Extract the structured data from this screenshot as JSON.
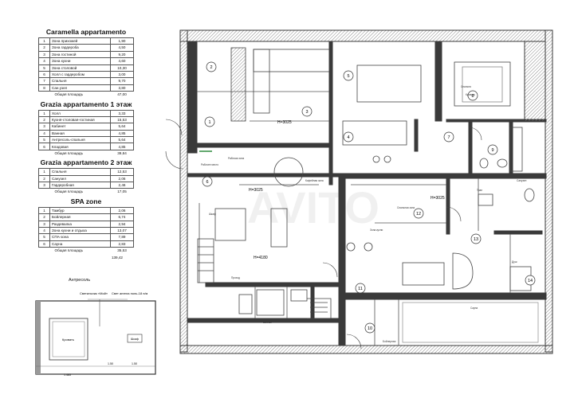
{
  "legend": {
    "caramella": {
      "title": "Caramella appartamento",
      "rows": [
        {
          "n": "1",
          "name": "Зона прихожей",
          "area": "1,90"
        },
        {
          "n": "2",
          "name": "Зона гардероба",
          "area": "4,50"
        },
        {
          "n": "3",
          "name": "Зона гостиной",
          "area": "9,20"
        },
        {
          "n": "4",
          "name": "Зона кухни",
          "area": "4,60"
        },
        {
          "n": "5",
          "name": "Зона столовой",
          "area": "10,30"
        },
        {
          "n": "6",
          "name": "Холл с гардеробом",
          "area": "3,00"
        },
        {
          "n": "7",
          "name": "Спальня",
          "area": "9,70"
        },
        {
          "n": "8",
          "name": "Сан.узел",
          "area": "3,80"
        }
      ],
      "total_label": "Общая площадь",
      "total": "47,00"
    },
    "grazia1": {
      "title": "Grazia appartamento 1 этаж",
      "rows": [
        {
          "n": "1",
          "name": "Холл",
          "area": "3,33"
        },
        {
          "n": "2",
          "name": "Кухня-столовая-гостиная",
          "area": "15,53"
        },
        {
          "n": "3",
          "name": "Кабинет",
          "area": "5,64"
        },
        {
          "n": "4",
          "name": "Ванная",
          "area": "4,85"
        },
        {
          "n": "5",
          "name": "Антресоль-спальня",
          "area": "5,64"
        },
        {
          "n": "6",
          "name": "Кладовая",
          "area": "4,85"
        }
      ],
      "total_label": "Общая площадь",
      "total": "39,84"
    },
    "grazia2": {
      "title": "Grazia appartamento 2 этаж",
      "rows": [
        {
          "n": "1",
          "name": "Спальня",
          "area": "12,53"
        },
        {
          "n": "2",
          "name": "Санузел",
          "area": "2,06"
        },
        {
          "n": "3",
          "name": "Гардеробная",
          "area": "2,46"
        }
      ],
      "total_label": "Общая площадь",
      "total": "17,05"
    },
    "spa": {
      "title": "SPA zone",
      "rows": [
        {
          "n": "1",
          "name": "Тамбур",
          "area": "2,06"
        },
        {
          "n": "2",
          "name": "Бойлерная",
          "area": "6,74"
        },
        {
          "n": "3",
          "name": "Раздевалка",
          "area": "2,94"
        },
        {
          "n": "4",
          "name": "Зона кухни и отдыха",
          "area": "13,07"
        },
        {
          "n": "5",
          "name": "СПА-зона",
          "area": "7,89"
        },
        {
          "n": "6",
          "name": "Сауна",
          "area": "2,83"
        }
      ],
      "total_label": "Общая площадь",
      "total": "35,53"
    },
    "grand_total": "139,42"
  },
  "mezzanine": {
    "title": "Антресоль",
    "notes": [
      "Светильник «Мой»",
      "Свет ангела ноль-18 п/м"
    ],
    "room_label": "Кровать",
    "dims": [
      "1.50",
      "1.50",
      "1.485"
    ],
    "side_label": "Шкаф"
  },
  "plan": {
    "room_numbers": [
      "1",
      "2",
      "3",
      "4",
      "5",
      "6",
      "7",
      "8",
      "9",
      "10",
      "11",
      "12",
      "13",
      "14"
    ],
    "heights": [
      "H=3025",
      "H=3025",
      "H=3025",
      "H=4180"
    ],
    "watermark": "AVITO",
    "notes": [
      "Рабочее место",
      "Рабочая зона",
      "Кофейная зона",
      "Спальная зона",
      "Зона кухни",
      "Спальня",
      "Кровать",
      "Душ",
      "Трап",
      "Проход",
      "Ванная",
      "Сауна",
      "Бойлерная",
      "Шкаф",
      "Санузел"
    ]
  },
  "colors": {
    "wall": "#3a3a3a",
    "line": "#555555",
    "hatch": "#9a9a9a",
    "bg": "#ffffff",
    "accent_green": "#2e8b3e"
  }
}
